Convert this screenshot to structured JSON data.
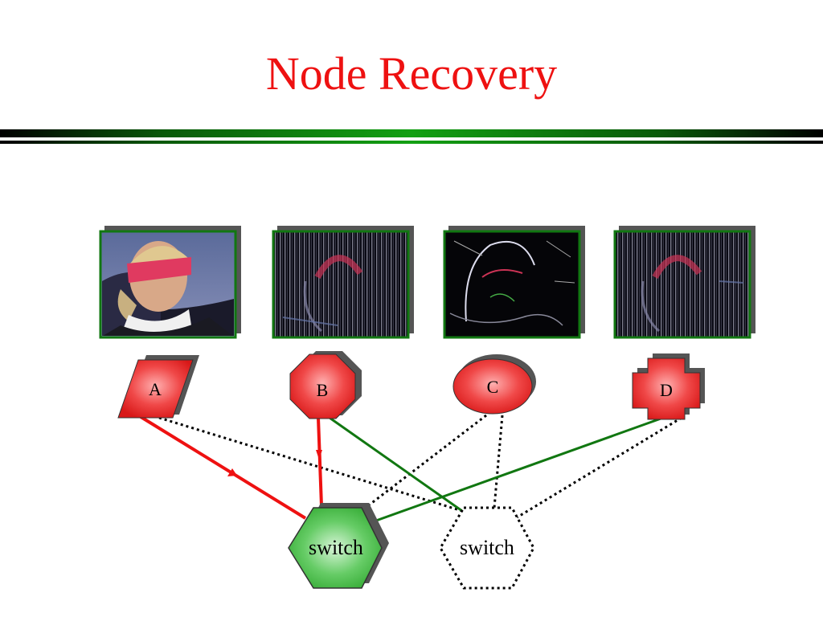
{
  "title": "Node Recovery",
  "nodes": [
    {
      "label": "A",
      "shape": "parallelogram",
      "color": "#ee2222"
    },
    {
      "label": "B",
      "shape": "octagon",
      "color": "#ee2222"
    },
    {
      "label": "C",
      "shape": "ellipse",
      "color": "#ee2222"
    },
    {
      "label": "D",
      "shape": "cross",
      "color": "#ee2222"
    }
  ],
  "switches": [
    {
      "label": "switch",
      "state": "active",
      "color": "#33bb33"
    },
    {
      "label": "switch",
      "state": "inactive",
      "style": "dotted"
    }
  ],
  "video_frames": [
    {
      "node": "A",
      "content": "portrait of girl with red headband"
    },
    {
      "node": "B",
      "content": "partial reconstruction, striped"
    },
    {
      "node": "C",
      "content": "edge detail"
    },
    {
      "node": "D",
      "content": "partial reconstruction, striped"
    }
  ],
  "colors": {
    "title": "#ee1111",
    "active_link": "#ee1111",
    "backup_link": "#117711",
    "frame_border": "#117711"
  }
}
